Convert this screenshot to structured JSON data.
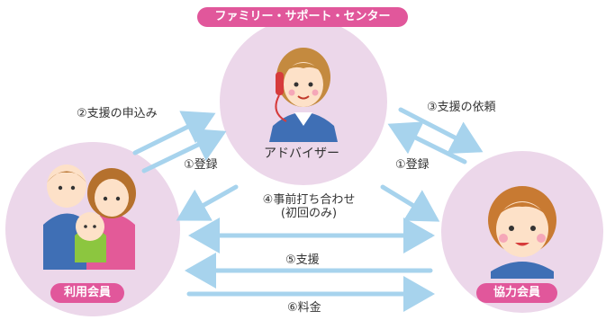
{
  "title": "ファミリー・サポート・センター",
  "nodes": {
    "advisor": {
      "label": "アドバイザー"
    },
    "user_member": {
      "label": "利用会員"
    },
    "support_member": {
      "label": "協力会員"
    }
  },
  "flows": {
    "apply_support": "②支援の申込み",
    "register_left": "①登録",
    "request_support": "③支援の依頼",
    "register_right": "①登録",
    "prior_meeting_line1": "④事前打ち合わせ",
    "prior_meeting_line2": "(初回のみ)",
    "support": "⑤支援",
    "fee": "⑥料金"
  },
  "colors": {
    "pink": "#e1579b",
    "circle": "#ecd7ea",
    "arrow": "#a7d3ed",
    "text": "#333333"
  }
}
